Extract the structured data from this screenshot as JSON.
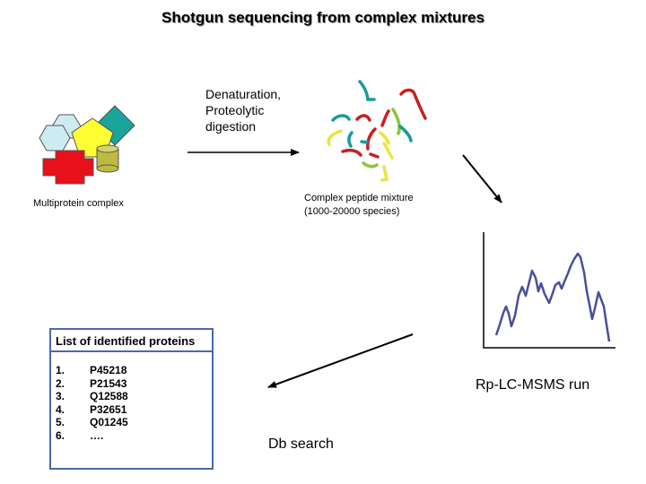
{
  "title": "Shotgun sequencing from complex mixtures",
  "steps": {
    "denaturation": [
      "Denaturation,",
      "Proteolytic",
      "digestion"
    ],
    "rp_lc_msms": "Rp-LC-MSMS run",
    "db_search": "Db search"
  },
  "labels": {
    "multiprotein_complex": "Multiprotein complex",
    "peptide_mixture": [
      "Complex peptide mixture",
      "(1000-20000 species)"
    ]
  },
  "protein_list": {
    "header": "List of identified proteins",
    "items": [
      {
        "num": "1.",
        "id": "P45218"
      },
      {
        "num": "2.",
        "id": "P21543"
      },
      {
        "num": "3.",
        "id": "Q12588"
      },
      {
        "num": "4.",
        "id": "P32651"
      },
      {
        "num": "5.",
        "id": "Q01245"
      },
      {
        "num": "6.",
        "id": "…."
      }
    ]
  },
  "colors": {
    "red": "#e8101a",
    "yellow": "#ffff33",
    "light_blue": "#ccecf2",
    "teal": "#1aa39a",
    "olive": "#bbbb44",
    "peptide_red": "#c82020",
    "peptide_teal": "#1a9a9a",
    "peptide_yellow": "#e8e640",
    "peptide_green": "#8cc63c",
    "chromatogram": "#4a4f9a",
    "box_border": "#4a6aa8"
  },
  "icons": [
    "red-cross-shape",
    "yellow-pentagon-shape",
    "light-blue-hexagon-shape",
    "teal-diamond-shape",
    "olive-cylinder-shape",
    "peptide-fragments",
    "chromatogram-trace"
  ]
}
